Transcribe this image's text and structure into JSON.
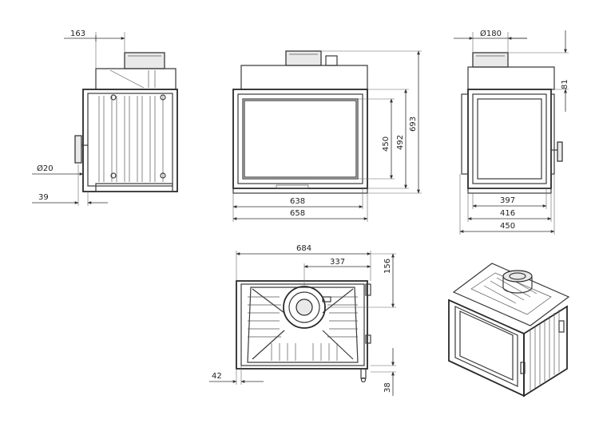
{
  "views": {
    "side_left": {
      "dim_top": "163",
      "dim_diameter": "Ø20",
      "dim_bottom": "39"
    },
    "front": {
      "dim_width_inner": "638",
      "dim_width_outer": "658",
      "dim_glass_height": "450",
      "dim_frame_height": "492",
      "dim_total_height": "693"
    },
    "side_right": {
      "dim_flue": "Ø180",
      "dim_flue_height": "81",
      "dim_width_a": "397",
      "dim_width_b": "416",
      "dim_width_c": "450"
    },
    "top": {
      "dim_width": "684",
      "dim_flue_offset": "337",
      "dim_depth_offset": "156",
      "dim_left": "42",
      "dim_bottom": "38"
    },
    "isometric": {}
  },
  "colors": {
    "line": "#2a2a2a",
    "fill": "#e9e9e9",
    "background": "#ffffff"
  }
}
